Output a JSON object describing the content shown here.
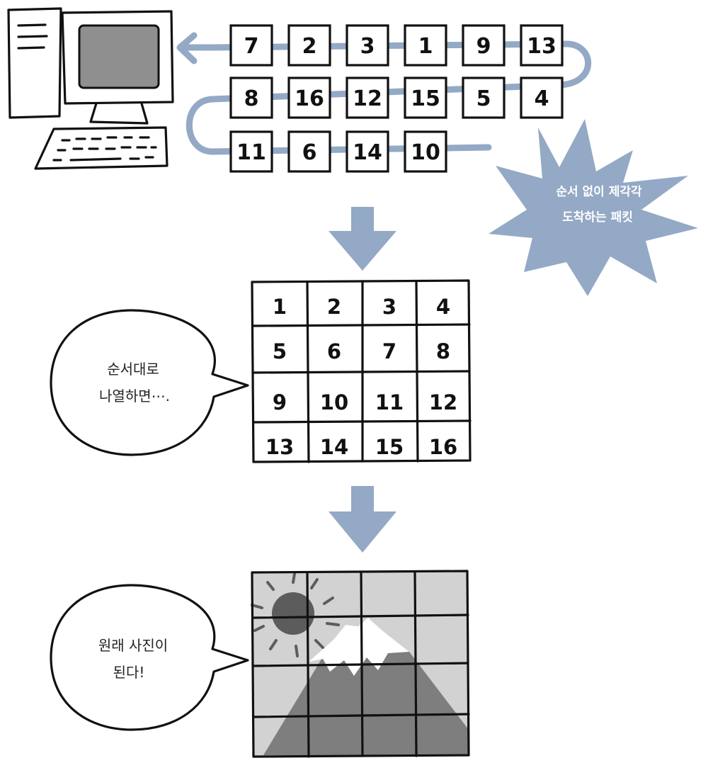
{
  "colors": {
    "ink": "#111111",
    "accent_blue": "#93a9c5",
    "screen_gray": "#8f8f8f",
    "photo_bg": "#d2d2d2",
    "mountain": "#7e7e7e",
    "sun": "#5c5c5c"
  },
  "packets": {
    "rows": [
      [
        "7",
        "2",
        "3",
        "1",
        "9",
        "13"
      ],
      [
        "8",
        "16",
        "12",
        "15",
        "5",
        "4"
      ],
      [
        "11",
        "6",
        "14",
        "10"
      ]
    ]
  },
  "burst_label": {
    "line1": "순서 없이 제각각",
    "line2": "도착하는 패킷"
  },
  "ordered_grid": {
    "cells": [
      [
        "1",
        "2",
        "3",
        "4"
      ],
      [
        "5",
        "6",
        "7",
        "8"
      ],
      [
        "9",
        "10",
        "11",
        "12"
      ],
      [
        "13",
        "14",
        "15",
        "16"
      ]
    ]
  },
  "bubble_sort": {
    "line1": "순서대로",
    "line2": "나열하면⋯."
  },
  "bubble_photo": {
    "line1": "원래 사진이",
    "line2": "된다!"
  },
  "icons": [
    "computer-monitor-icon",
    "keyboard-icon",
    "arrow-down-icon",
    "sun-icon",
    "mountain-icon"
  ]
}
